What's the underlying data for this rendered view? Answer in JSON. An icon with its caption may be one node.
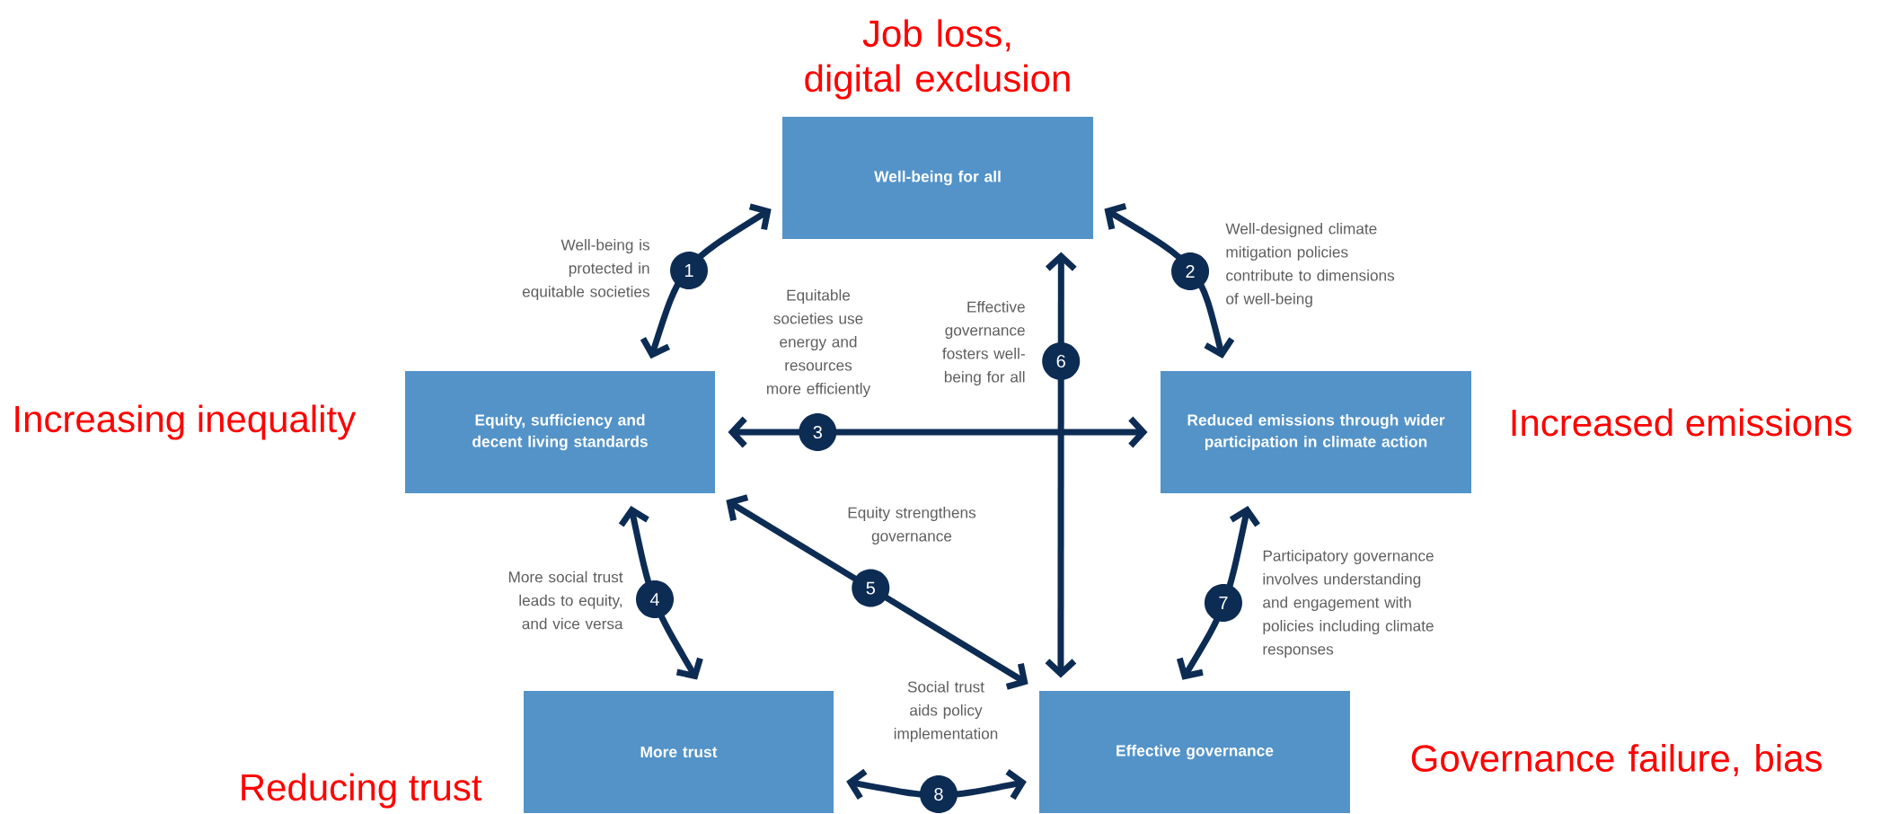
{
  "diagram": {
    "nodes": [
      {
        "text": [
          "Well-being for all"
        ],
        "beside": [
          "Job loss, digital exclusion"
        ]
      },
      {
        "text": [
          "Equity, sufficiency and decent living standards"
        ],
        "beside": [
          "Increasing inequality"
        ]
      },
      {
        "text": [
          "Reduced emissions through wider participation in climate action"
        ],
        "beside": [
          "Increased emissions"
        ]
      },
      {
        "text": [
          "More trust"
        ],
        "beside": [
          "Reducing trust"
        ]
      },
      {
        "text": [
          "Effective governance"
        ],
        "beside": [
          "Governance failure, bias"
        ]
      }
    ],
    "edges": [
      {
        "from": 0,
        "to": 1,
        "arrow": "both",
        "label": "1"
      },
      {
        "from": 0,
        "to": 2,
        "arrow": "both",
        "label": "2"
      },
      {
        "from": 1,
        "to": 2,
        "arrow": "both",
        "label": "3"
      },
      {
        "from": 0,
        "to": 4,
        "arrow": "both",
        "label": "6"
      },
      {
        "from": 1,
        "to": 4,
        "arrow": "both",
        "label": "5"
      },
      {
        "from": 1,
        "to": 3,
        "arrow": "both",
        "label": "4"
      },
      {
        "from": 2,
        "to": 4,
        "arrow": "both",
        "label": "7"
      },
      {
        "from": 3,
        "to": 4,
        "arrow": "both",
        "label": "8"
      }
    ],
    "labels": [
      "Well-being is protected in equitable societies",
      "Well-designed climate mitigation policies contribute to dimensions of well-being",
      "Equitable societies use energy and resources more efficiently",
      "Effective governance fosters well-being for all",
      "Equity strengthens governance",
      "More social trust leads to equity, and vice versa",
      "Participatory governance involves understanding and engagement with policies including climate responses",
      "Social trust aids policy implementation"
    ]
  }
}
